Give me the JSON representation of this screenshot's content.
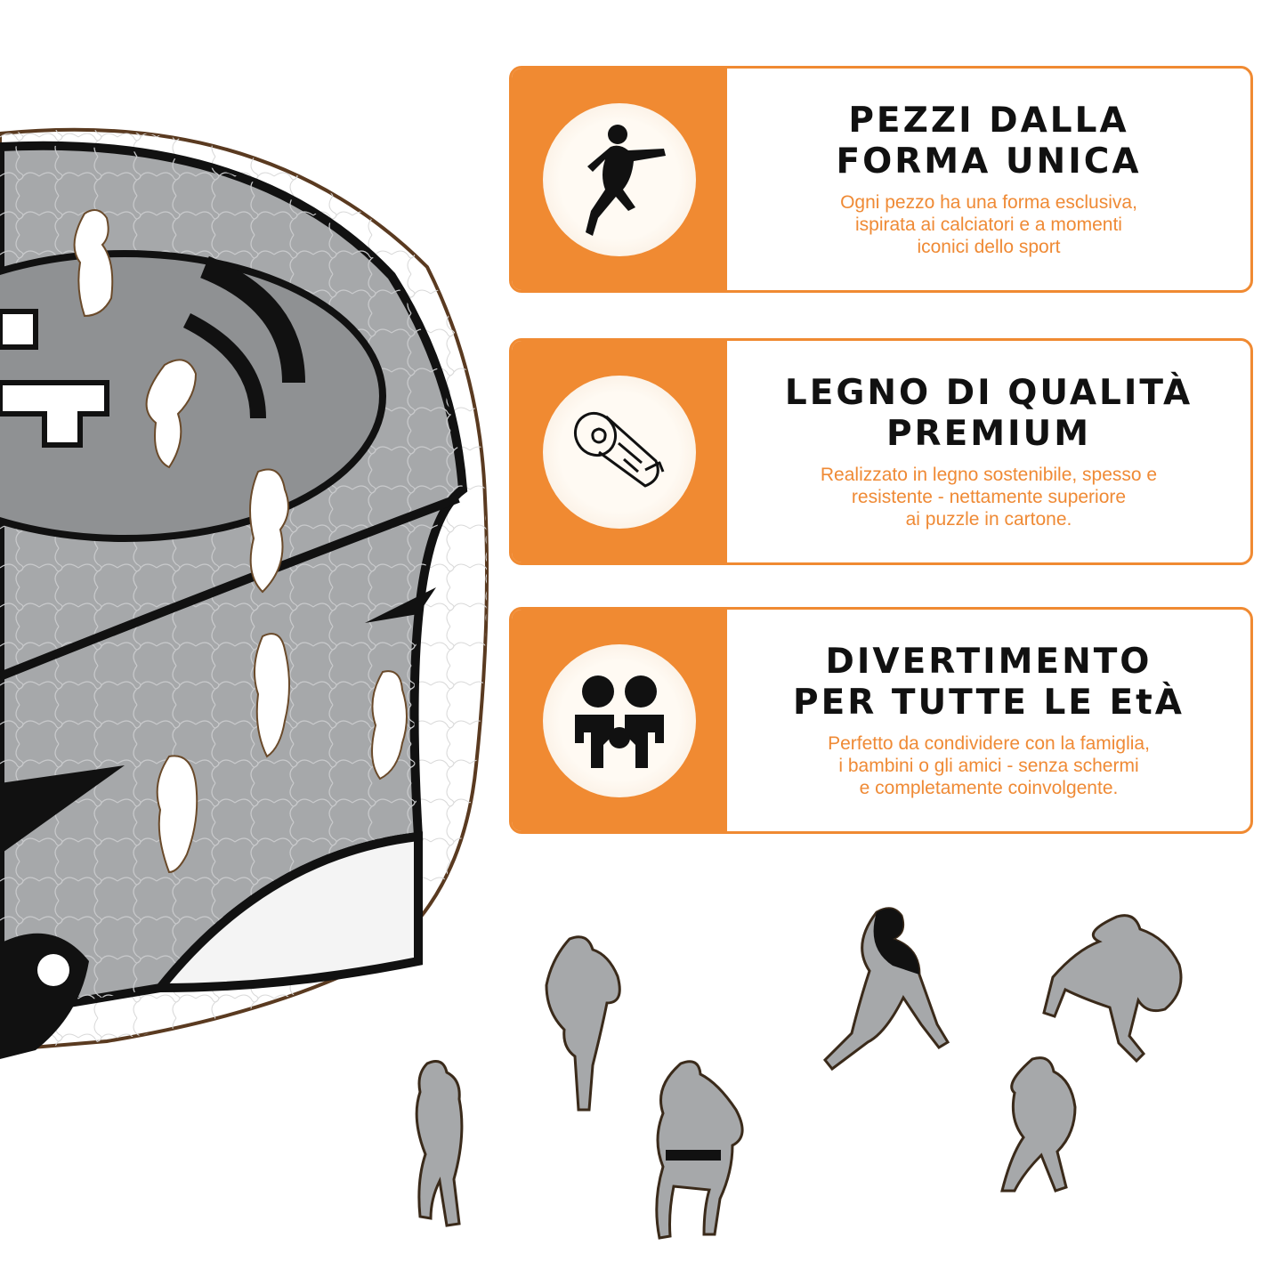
{
  "colors": {
    "accent": "#f08a32",
    "title": "#111111",
    "description": "#ef8a35",
    "puzzle_gray": "#a6a8aa",
    "outline": "#111111"
  },
  "features": [
    {
      "icon": "football-runner-icon",
      "title": "PEZZI DALLA\nFORMA UNICA",
      "description": "Ogni pezzo ha una forma esclusiva,\nispirata ai calciatori e a momenti\niconici dello sport"
    },
    {
      "icon": "wood-log-icon",
      "title": "LEGNO DI QUALITÀ\nPREMIUM",
      "description": "Realizzato in legno sostenibile, spesso e\nresistente - nettamente superiore\nai puzzle in cartone."
    },
    {
      "icon": "family-icon",
      "title": "DIVERTIMENTO\nPER TUTTE LE EtÀ",
      "description": "Perfetto da condividere con la famiglia,\ni bambini o gli amici - senza schermi\ne completamente coinvolgente."
    }
  ]
}
